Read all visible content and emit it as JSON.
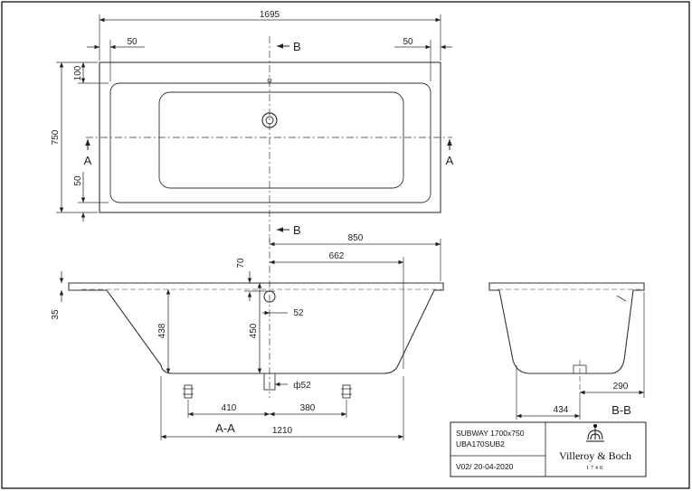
{
  "dimensions": {
    "overall_length": "1695",
    "rim_left": "50",
    "rim_right": "50",
    "top_rim": "100",
    "overall_width": "750",
    "bottom_rim": "50",
    "half_length": "850",
    "drain_offset": "662",
    "drain_top": "70",
    "rim_height": "35",
    "depth_inner": "438",
    "drain_depth": "450",
    "drain_side": "52",
    "drain_diameter": "ф52",
    "foot_left": "410",
    "foot_right": "380",
    "base_length": "1210",
    "side_width": "434",
    "side_drain": "290"
  },
  "labels": {
    "section_b": "B",
    "section_a": "A",
    "view_aa": "A-A",
    "view_bb": "B-B"
  },
  "title_block": {
    "product": "SUBWAY 1700x750",
    "code": "UBA170SUB2",
    "version": "V02/ 20-04-2020",
    "brand": "Villeroy & Boch",
    "brand_year": "1748"
  }
}
